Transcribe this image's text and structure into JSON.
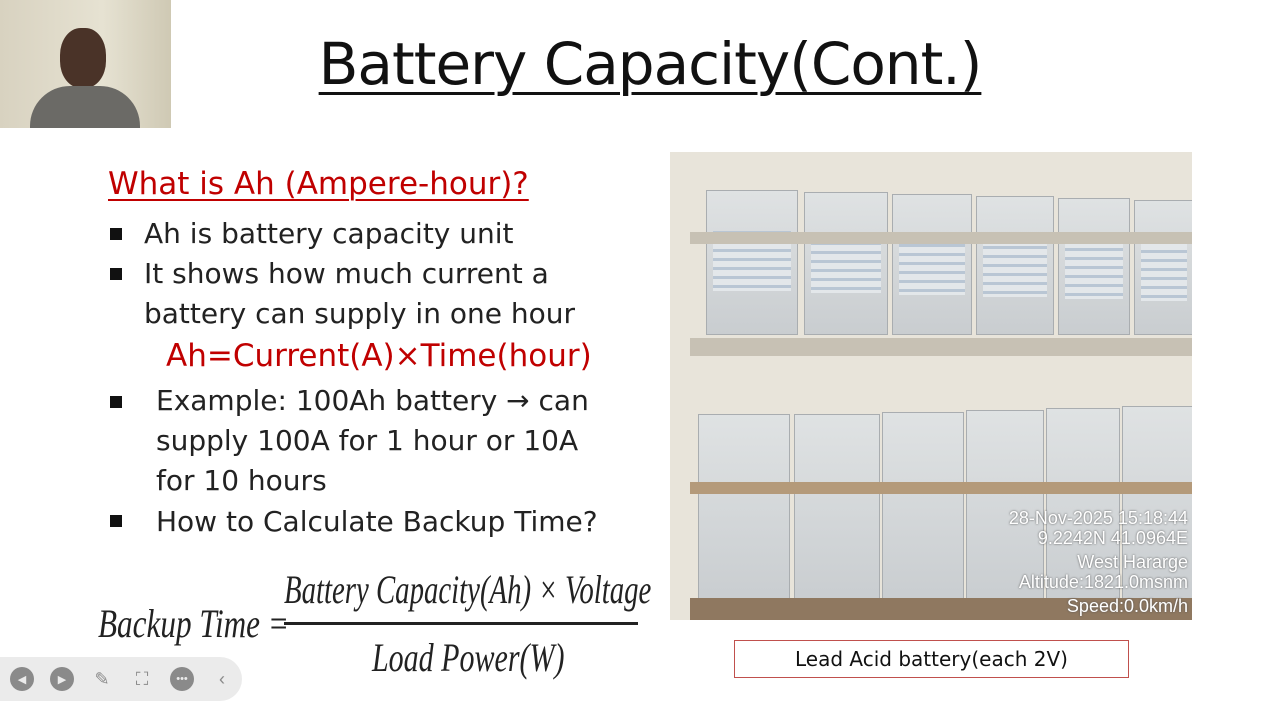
{
  "slide": {
    "title": "Battery Capacity(Cont.)",
    "question": "What is Ah (Ampere-hour)?",
    "bullets": [
      {
        "lines": [
          "Ah is battery capacity unit"
        ]
      },
      {
        "lines": [
          "It shows how much current a",
          "battery can supply in one hour"
        ]
      },
      {
        "lead": "Example",
        "lines": [
          ": 100Ah battery → can",
          "supply 100A for 1 hour or 10A",
          "for 10 hours"
        ]
      },
      {
        "lines": [
          "How to Calculate Backup Time?"
        ]
      }
    ],
    "ah_formula": "Ah=Current(A)×Time(hour)",
    "backup_formula": {
      "lhs": "Backup Time =",
      "numerator": "Battery Capacity(Ah) × Voltage",
      "denominator": "Load Power(W)"
    },
    "photo_overlay": [
      "28-Nov-2025 15:18:44",
      "9.2242N 41.0964E",
      "West Hararge",
      "Altitude:1821.0msnm",
      "Speed:0.0km/h"
    ],
    "caption": "Lead Acid battery(each 2V)"
  },
  "toolbar": {
    "icons": [
      "previous-icon",
      "next-icon",
      "pen-icon",
      "focus-icon",
      "more-icon",
      "collapse-icon"
    ]
  },
  "colors": {
    "accent_red": "#c00000",
    "caption_border": "#c0504d"
  }
}
